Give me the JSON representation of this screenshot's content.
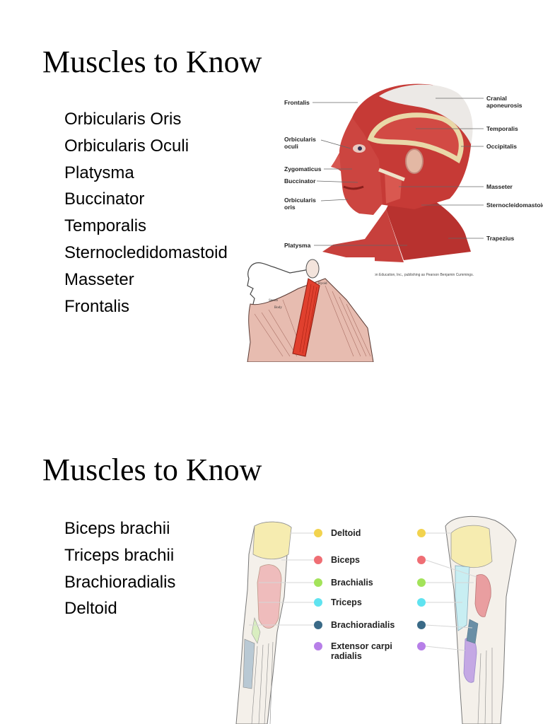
{
  "slide1": {
    "title": "Muscles to Know",
    "muscles": [
      "Orbicularis Oris",
      "Orbicularis Oculi",
      "Platysma",
      "Buccinator",
      "Temporalis",
      "Sternocledidomastoid",
      "Masseter",
      "Frontalis"
    ],
    "head_labels_left": [
      "Frontalis",
      "Orbicularis",
      "oculi",
      "Zygomaticus",
      "Buccinator",
      "Orbicularis",
      "oris",
      "Platysma"
    ],
    "head_labels_right": [
      "Cranial",
      "aponeurosis",
      "Temporalis",
      "Occipitalis",
      "Masseter",
      "Sternocleidomastoid",
      "Trapezius"
    ],
    "head_credit": "Pearson Education, Inc., publishing as Pearson Benjamin Cummings.",
    "neck_labels": [
      "Sterno",
      "Hyoid",
      "Body"
    ]
  },
  "slide2": {
    "title": "Muscles to Know",
    "muscles": [
      "Biceps brachii",
      "Triceps brachii",
      "Brachioradialis",
      "Deltoid"
    ],
    "arm_labels": [
      {
        "label": "Deltoid",
        "color": "#f2d34e"
      },
      {
        "label": "Biceps",
        "color": "#ef6e74"
      },
      {
        "label": "Brachialis",
        "color": "#a3e35a"
      },
      {
        "label": "Triceps",
        "color": "#5fe3f0"
      },
      {
        "label": "Brachioradialis",
        "color": "#3a6a87"
      },
      {
        "label": "Extensor carpi",
        "label2": "radialis",
        "color": "#b77fe8"
      }
    ]
  }
}
